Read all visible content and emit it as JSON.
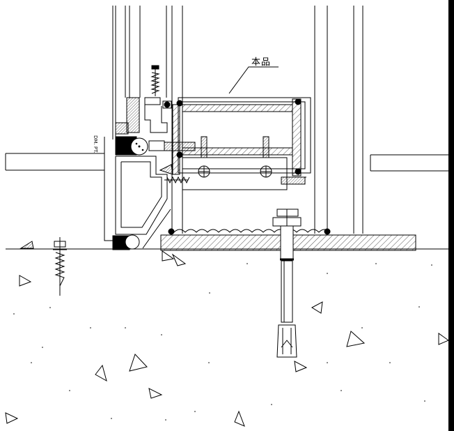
{
  "labels": {
    "part_label": "本品",
    "sealant_label": "DM. PT."
  },
  "colors": {
    "line": "#000000",
    "background": "#ffffff",
    "border_bar": "#000000"
  },
  "icons": [
    "screw",
    "anchor-bolt",
    "backer-rod",
    "sealant",
    "aggregate-triangle"
  ]
}
